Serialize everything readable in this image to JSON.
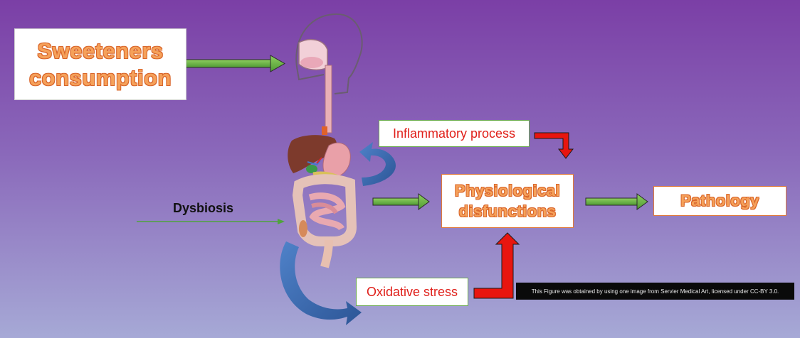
{
  "boxes": {
    "sweeteners_line1": "Sweeteners",
    "sweeteners_line2": "consumption",
    "inflammatory": "Inflammatory process",
    "oxidative": "Oxidative stress",
    "physio_line1": "Physiological",
    "physio_line2": "disfunctions",
    "pathology": "Pathology"
  },
  "labels": {
    "dysbiosis": "Dysbiosis",
    "credit": "This Figure was obtained by using one image from Servier Medical Art, licensed under CC-BY 3.0."
  },
  "colors": {
    "green_arrow": "#6aa84f",
    "red_arrow": "#e8150f",
    "blue_arrow": "#3b67b0",
    "box_text": "#f5a15a",
    "red_text": "#e0201a"
  },
  "illustration": "human-digestive-system"
}
